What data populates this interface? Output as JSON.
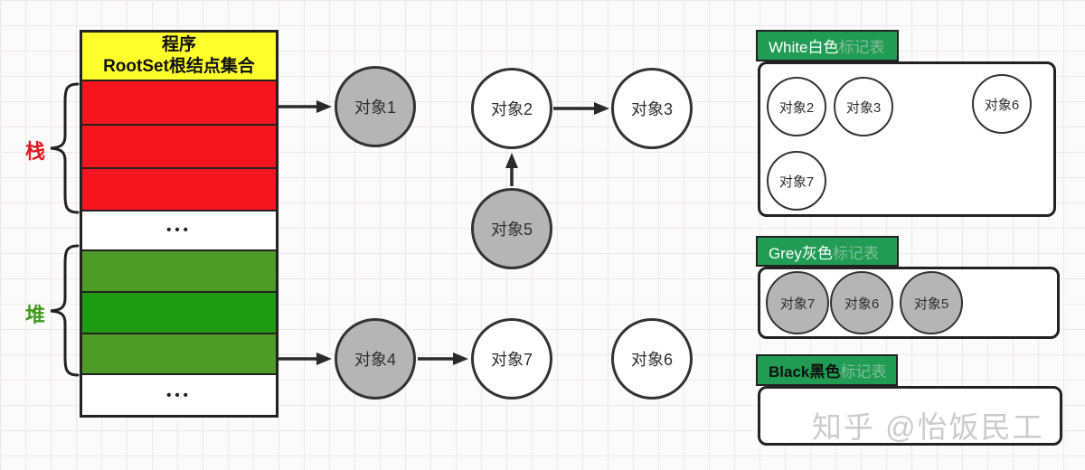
{
  "diagram": {
    "root_table": {
      "title_line1": "程序",
      "title_line2": "RootSet根结点集合",
      "stack_label": "栈",
      "heap_label": "堆",
      "ellipsis_top": "•••",
      "ellipsis_bottom": "•••",
      "stack_rows": 3,
      "heap_rows": 3
    },
    "nodes": [
      {
        "label": "对象1",
        "fill": "grey"
      },
      {
        "label": "对象2",
        "fill": "white"
      },
      {
        "label": "对象3",
        "fill": "white"
      },
      {
        "label": "对象5",
        "fill": "grey"
      },
      {
        "label": "对象4",
        "fill": "grey"
      },
      {
        "label": "对象7",
        "fill": "white"
      },
      {
        "label": "对象6",
        "fill": "white"
      }
    ],
    "edges": [
      "rootset-stack -> 对象1",
      "对象2 -> 对象3",
      "对象5 -> 对象2",
      "rootset-heap -> 对象4",
      "对象4 -> 对象7"
    ],
    "mark_tables": [
      {
        "title_prefix": "White白色",
        "title_suffix": "标记表",
        "items": [
          "对象2",
          "对象3",
          "对象6",
          "对象7"
        ],
        "item_fill": "white"
      },
      {
        "title_prefix": "Grey灰色",
        "title_suffix": "标记表",
        "items": [
          "对象7",
          "对象6",
          "对象5"
        ],
        "item_fill": "grey"
      },
      {
        "title_prefix": "Black黑色",
        "title_suffix": "标记表",
        "items": [],
        "item_fill": "black"
      }
    ],
    "watermark": "知乎 @怡饭民工",
    "colors": {
      "header_yellow": "#ffff2b",
      "stack_red": "#f5151e",
      "heap_green_light": "#4f9b28",
      "heap_green_dark": "#1f9b13",
      "tab_green": "#219c55",
      "node_grey": "#b5b5b5",
      "node_white": "#ffffff",
      "stack_label_red": "#e01820",
      "heap_label_green": "#3f9a1e",
      "watermark_grey": "#cbcbcb"
    }
  }
}
